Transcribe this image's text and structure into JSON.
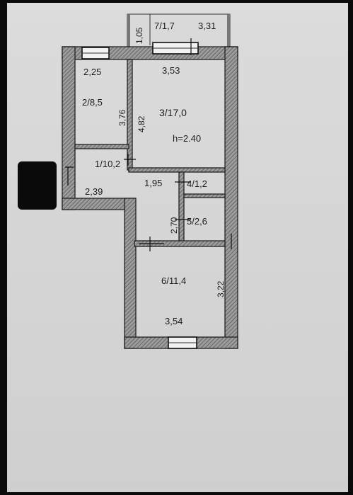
{
  "floor_plan": {
    "ceiling_height": "h=2.40",
    "rooms": [
      {
        "id": "1",
        "label": "1/10,2"
      },
      {
        "id": "2",
        "label": "2/8,5"
      },
      {
        "id": "3",
        "label": "3/17,0"
      },
      {
        "id": "4",
        "label": "4/1,2"
      },
      {
        "id": "5",
        "label": "5/2,6"
      },
      {
        "id": "6",
        "label": "6/11,4"
      },
      {
        "id": "7",
        "label": "7/1,7"
      }
    ],
    "dimensions": {
      "room2_width": "2,25",
      "room2_height": "3,76",
      "room3_width": "3,53",
      "room3_height": "4,82",
      "balcony_depth": "1,05",
      "balcony_length": "3,31",
      "hall_width": "2,39",
      "corridor_width": "1,95",
      "bath_height": "2,70",
      "room6_width": "3,54",
      "room6_height": "3,22"
    }
  }
}
